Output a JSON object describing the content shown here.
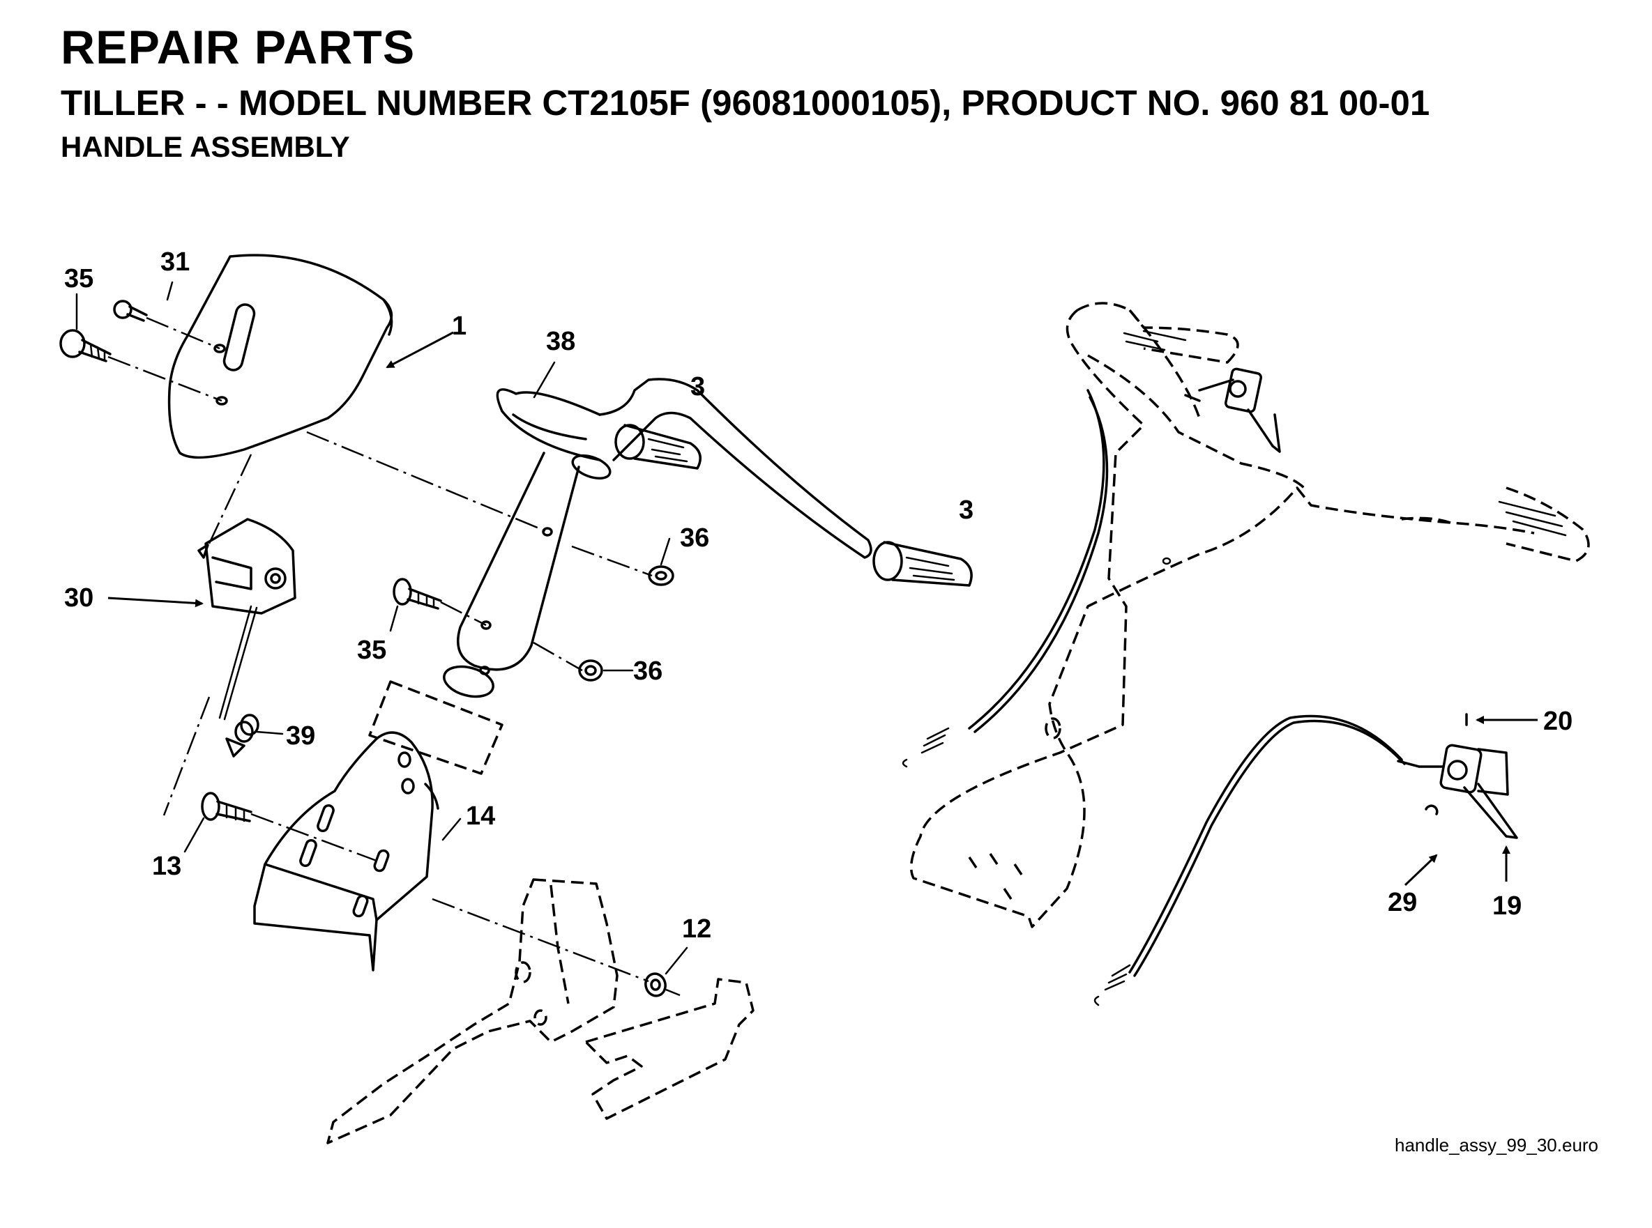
{
  "header": {
    "title": "REPAIR PARTS",
    "subtitle": "TILLER - - MODEL NUMBER CT2105F (96081000105), PRODUCT NO. 960 81 00-01",
    "section": "HANDLE ASSEMBLY"
  },
  "callouts": {
    "c35a": "35",
    "c31": "31",
    "c1": "1",
    "c38": "38",
    "c3a": "3",
    "c3b": "3",
    "c36a": "36",
    "c30": "30",
    "c35b": "35",
    "c36b": "36",
    "c39": "39",
    "c14": "14",
    "c13": "13",
    "c12": "12",
    "c20": "20",
    "c29": "29",
    "c19": "19"
  },
  "footer": {
    "filename": "handle_assy_99_30.euro"
  }
}
